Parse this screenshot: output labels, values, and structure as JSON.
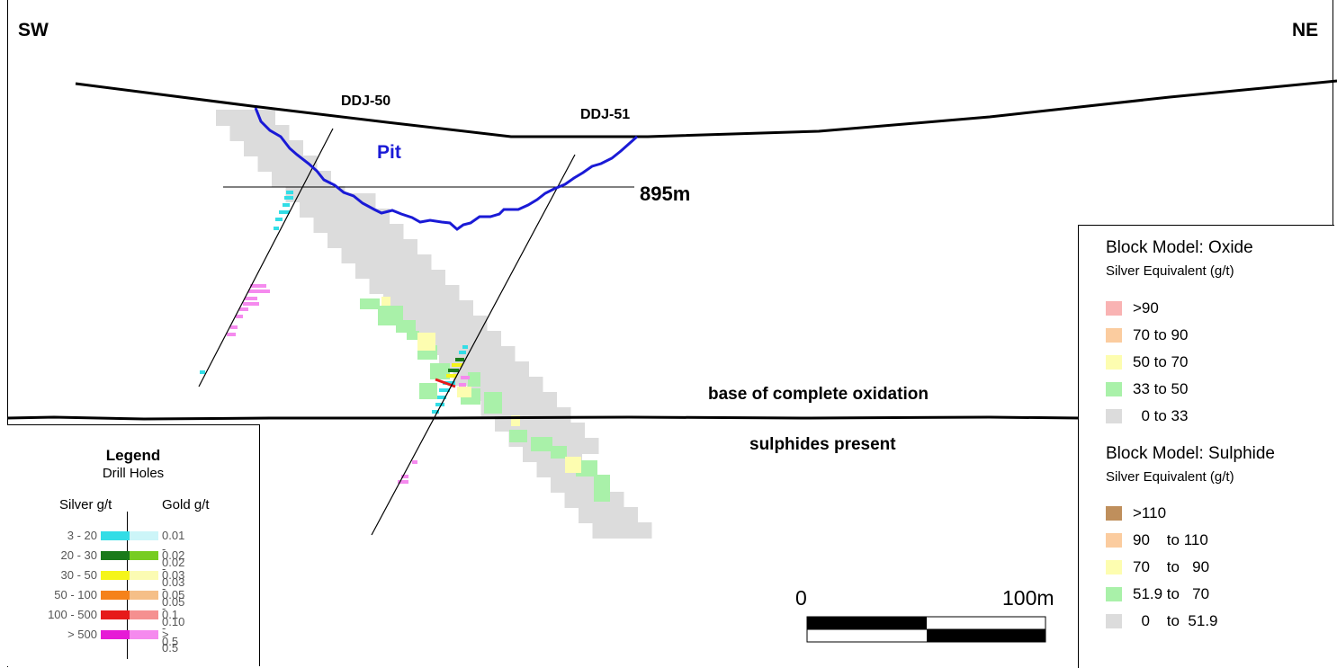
{
  "section": {
    "left_direction": "SW",
    "right_direction": "NE",
    "drill_holes": [
      "DDJ-50",
      "DDJ-51"
    ],
    "pit_label": "Pit",
    "elevation_label": "895m",
    "oxidation_label": "base of complete oxidation",
    "sulphide_label": "sulphides present",
    "colors": {
      "pit": "#1a1ad6",
      "surface": "#000000",
      "block": "#dcdcdc"
    }
  },
  "scale_bar": {
    "start": "0",
    "end": "100m"
  },
  "drill_legend": {
    "title": "Legend",
    "subtitle": "Drill Holes",
    "silver_header": "Silver g/t",
    "gold_header": "Gold g/t",
    "rows": [
      {
        "silver": "3 - 20",
        "silver_color": "#33dde6",
        "gold": "0.01 - 0.02",
        "gold_color": "#ccf5f8"
      },
      {
        "silver": "20 - 30",
        "silver_color": "#1a7a1a",
        "gold": "0.02 - 0.03",
        "gold_color": "#77cc22"
      },
      {
        "silver": "30 - 50",
        "silver_color": "#f5f51a",
        "gold": "0.03 - 0.05",
        "gold_color": "#fbfbb3"
      },
      {
        "silver": "50 - 100",
        "silver_color": "#f5821a",
        "gold": "0.05 - 0.10",
        "gold_color": "#f5bf88"
      },
      {
        "silver": "100 - 500",
        "silver_color": "#e61a1a",
        "gold": "0.1 - 0.5",
        "gold_color": "#f59090"
      },
      {
        "silver": "> 500",
        "silver_color": "#e61ad6",
        "gold": "> 0.5",
        "gold_color": "#f58aee"
      }
    ]
  },
  "block_legend": {
    "oxide_title": "Block Model: Oxide",
    "oxide_subtitle": "Silver Equivalent (g/t)",
    "oxide_rows": [
      {
        "label": ">90",
        "color": "#f9b3b3"
      },
      {
        "label": "70 to 90",
        "color": "#fbcc9f"
      },
      {
        "label": "50 to 70",
        "color": "#fdfdb0"
      },
      {
        "label": "33 to 50",
        "color": "#a9f1a9"
      },
      {
        "label": "  0 to 33",
        "color": "#dcdcdc"
      }
    ],
    "sulphide_title": "Block Model: Sulphide",
    "sulphide_subtitle": "Silver Equivalent (g/t)",
    "sulphide_rows": [
      {
        "label": ">110",
        "color": "#bf8f5c"
      },
      {
        "label": "90    to 110",
        "color": "#fbcc9f"
      },
      {
        "label": "70    to   90",
        "color": "#fdfdb0"
      },
      {
        "label": "51.9 to   70",
        "color": "#a9f1a9"
      },
      {
        "label": "  0    to  51.9",
        "color": "#dcdcdc"
      }
    ]
  }
}
